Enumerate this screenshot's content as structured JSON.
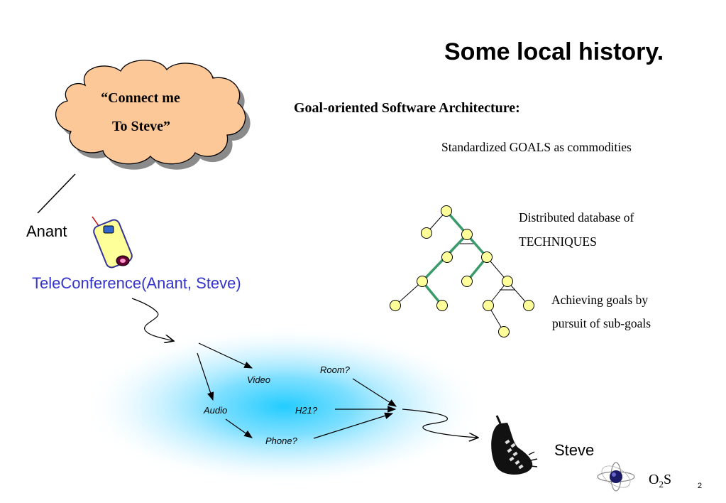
{
  "slide": {
    "title": "Some local history.",
    "subtitle": "Goal-oriented Software Architecture:",
    "goals_note": "Standardized GOALS as commodities",
    "db_line1": "Distributed database of",
    "db_line2": "TECHNIQUES",
    "achieve_line1": "Achieving goals by",
    "achieve_line2": "pursuit of sub-goals",
    "cloud_line1": "“Connect me",
    "cloud_line2": "To Steve”",
    "anant": "Anant",
    "teleconf": "TeleConference(Anant, Steve)",
    "labels": {
      "video": "Video",
      "room": "Room?",
      "audio": "Audio",
      "h21": "H21?",
      "phone": "Phone?"
    },
    "steve": "Steve",
    "logo_o": "O",
    "logo_sub": "2",
    "logo_s": "S",
    "page_number": "2"
  },
  "colors": {
    "cloud_fill": "#fcc897",
    "node_fill": "#ffff99",
    "highlight_edge": "#3a9a6a",
    "teleconf_text": "#3333cc",
    "glow": "#33ccff"
  }
}
